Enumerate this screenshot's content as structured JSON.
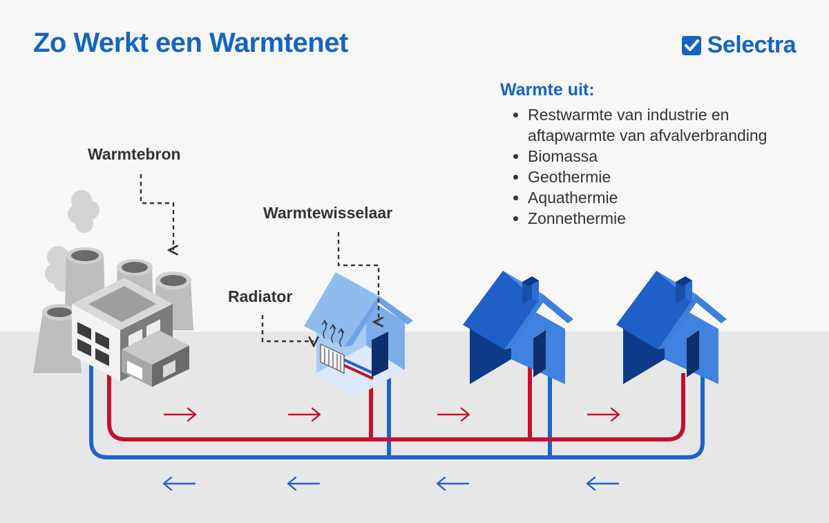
{
  "title": "Zo Werkt een Warmtenet",
  "brand": {
    "name": "Selectra",
    "icon": "checkmark-square-icon",
    "color": "#1565c0"
  },
  "labels": {
    "warmtebron": "Warmtebron",
    "warmtewisselaar": "Warmtewisselaar",
    "radiator": "Radiator"
  },
  "sources": {
    "title": "Warmte uit:",
    "items": [
      "Restwarmte van industrie en aftapwarmte van afvalverbranding",
      "Biomassa",
      "Geothermie",
      "Aquathermie",
      "Zonnethermie"
    ]
  },
  "colors": {
    "hot_pipe": "#c8102e",
    "cold_pipe": "#1f63c9",
    "house_dark": "#1e5fc8",
    "house_light": "#8fbcef",
    "ground": "#e7e7e8"
  },
  "flow": {
    "supply_arrow_icon": "arrow-right-icon",
    "return_arrow_icon": "arrow-left-icon"
  }
}
